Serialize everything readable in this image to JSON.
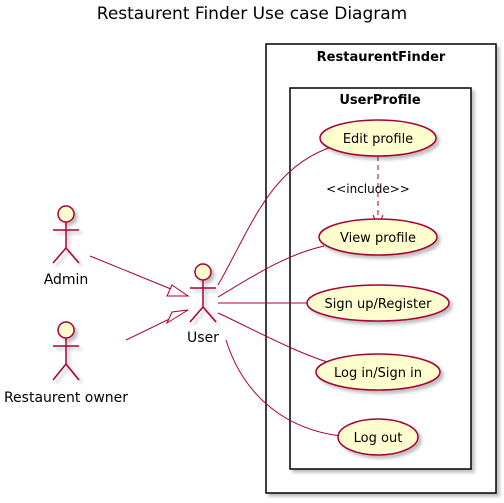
{
  "title": "Restaurent Finder Use case Diagram",
  "system": {
    "label": "RestaurentFinder",
    "package": {
      "label": "UserProfile"
    }
  },
  "actors": [
    {
      "id": "admin",
      "label": "Admin"
    },
    {
      "id": "user",
      "label": "User"
    },
    {
      "id": "owner",
      "label": "Restaurent owner"
    }
  ],
  "use_cases": [
    {
      "id": "edit",
      "label": "Edit profile"
    },
    {
      "id": "view",
      "label": "View profile"
    },
    {
      "id": "signup",
      "label": "Sign up/Register"
    },
    {
      "id": "login",
      "label": "Log in/Sign in"
    },
    {
      "id": "logout",
      "label": "Log out"
    }
  ],
  "relations": [
    {
      "from": "admin",
      "to": "user",
      "kind": "generalization"
    },
    {
      "from": "owner",
      "to": "user",
      "kind": "generalization"
    },
    {
      "from": "user",
      "to": "edit",
      "kind": "association"
    },
    {
      "from": "user",
      "to": "view",
      "kind": "association"
    },
    {
      "from": "user",
      "to": "signup",
      "kind": "association"
    },
    {
      "from": "user",
      "to": "login",
      "kind": "association"
    },
    {
      "from": "user",
      "to": "logout",
      "kind": "association"
    },
    {
      "from": "edit",
      "to": "view",
      "kind": "include",
      "label": "<<include>>"
    }
  ],
  "colors": {
    "use_case_fill": "#FEFECE",
    "line": "#A80036",
    "frame": "#000000",
    "background": "#FFFFFF"
  }
}
